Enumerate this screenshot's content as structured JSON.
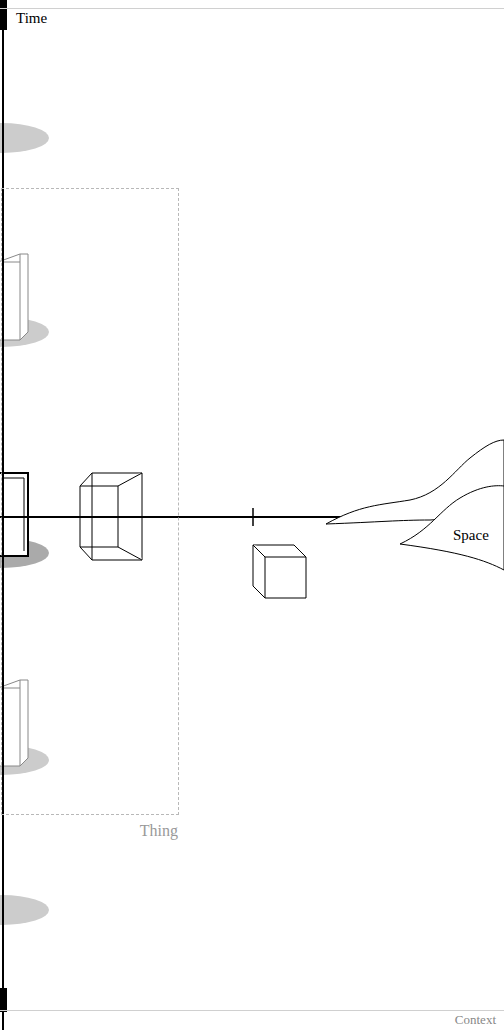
{
  "diagram": {
    "nodes": [
      {
        "text": [
          "Context"
        ]
      },
      {
        "text": [
          "Thing"
        ],
        "in": 0
      }
    ],
    "labels": [
      "Time",
      "Space"
    ]
  }
}
